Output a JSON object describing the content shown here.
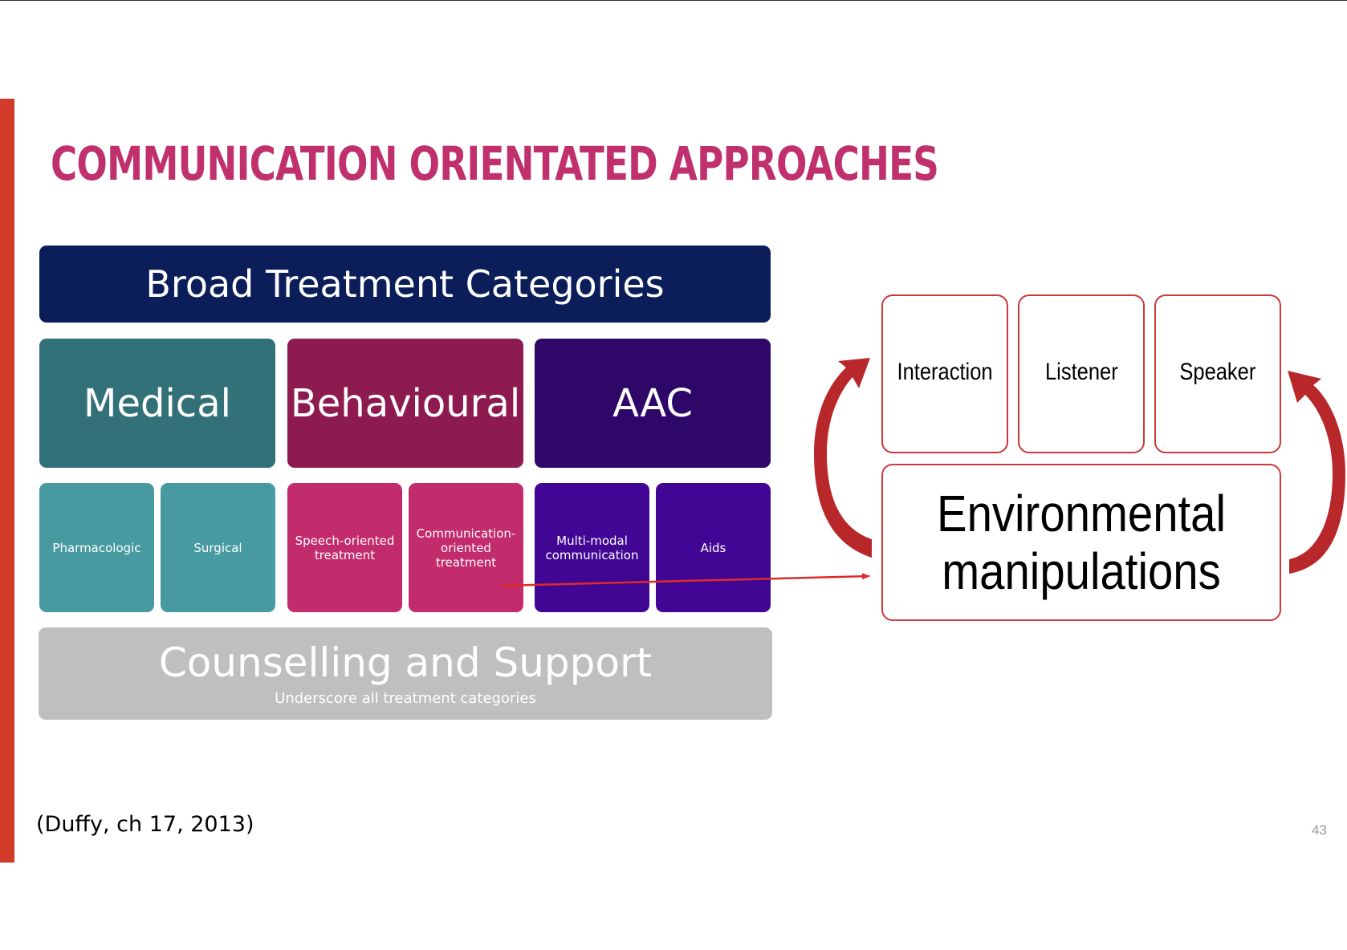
{
  "slide": {
    "title": "COMMUNICATION ORIENTATED APPROACHES",
    "citation": "(Duffy, ch 17, 2013)",
    "page_number": "43"
  },
  "diagram": {
    "header": "Broad Treatment Categories",
    "categories": [
      {
        "label": "Medical",
        "color": "#337178"
      },
      {
        "label": "Behavioural",
        "color": "#8d1b4f"
      },
      {
        "label": "AAC",
        "color": "#2e0768"
      }
    ],
    "subcategories": [
      {
        "label": "Pharmacologic",
        "color": "#479aa0"
      },
      {
        "label": "Surgical",
        "color": "#479aa0"
      },
      {
        "label": "Speech-oriented treatment",
        "color": "#c22b6c"
      },
      {
        "label": "Communication-oriented treatment",
        "color": "#c22b6c"
      },
      {
        "label": "Multi-modal communication",
        "color": "#410794"
      },
      {
        "label": "Aids",
        "color": "#410794"
      }
    ],
    "counselling": {
      "title": "Counselling and Support",
      "subtitle": "Underscore all treatment categories",
      "color": "#bfbfbf"
    },
    "approach_boxes": [
      "Interaction",
      "Listener",
      "Speaker"
    ],
    "environment_box": "Environmental manipulations"
  },
  "colors": {
    "title": "#c0306d",
    "header_bg": "#0b1e5a",
    "accent_bar": "#d23a2a",
    "box_border": "#c9393a",
    "arrow": "#b8282a",
    "connector": "#e02a2a"
  }
}
